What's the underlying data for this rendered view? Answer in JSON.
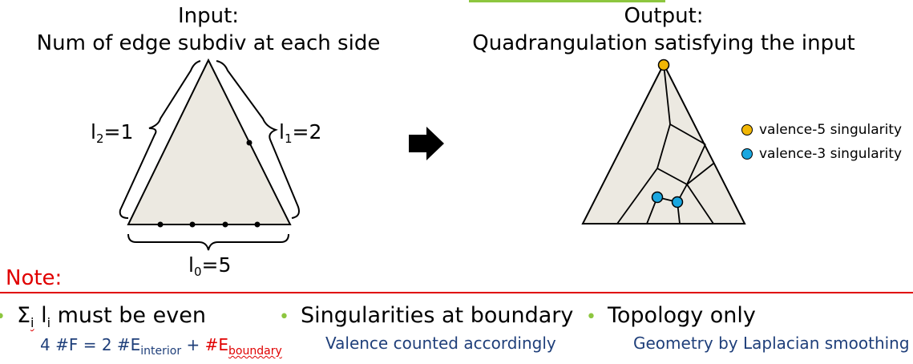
{
  "input": {
    "title_line1": "Input:",
    "title_line2": "Num of edge subdiv at each side",
    "l2_base": "l",
    "l2_sub": "2",
    "l2_val": "=1",
    "l1_base": "l",
    "l1_sub": "1",
    "l1_val": "=2",
    "l0_base": "l",
    "l0_sub": "0",
    "l0_val": "=5"
  },
  "output": {
    "title_line1": "Output:",
    "title_line2": "Quadrangulation satisfying the input"
  },
  "legend": [
    {
      "label": "valence-5 singularity",
      "color": "#f2b705"
    },
    {
      "label": "valence-3 singularity",
      "color": "#1aa7e0"
    }
  ],
  "note": {
    "label": "Note:"
  },
  "bullets": [
    {
      "main_sigma": "Σ",
      "main_sub_i": "i",
      "main_l": " l",
      "main_sub_i2": "i",
      "main_rest": " must be even",
      "formula_a": "4 #F = 2 #E",
      "formula_sub1": "interior",
      "formula_plus": " + ",
      "formula_b": "#E",
      "formula_sub2": "boundary"
    },
    {
      "main": "Singularities at boundary",
      "sub": "Valence counted accordingly"
    },
    {
      "main": "Topology only",
      "sub": "Geometry by Laplacian smoothing"
    }
  ],
  "colors": {
    "triangle_fill": "#ece9e1",
    "accent_red": "#e00000",
    "bullet_green": "#8dc63f",
    "sub_blue": "#1f3f7a"
  }
}
